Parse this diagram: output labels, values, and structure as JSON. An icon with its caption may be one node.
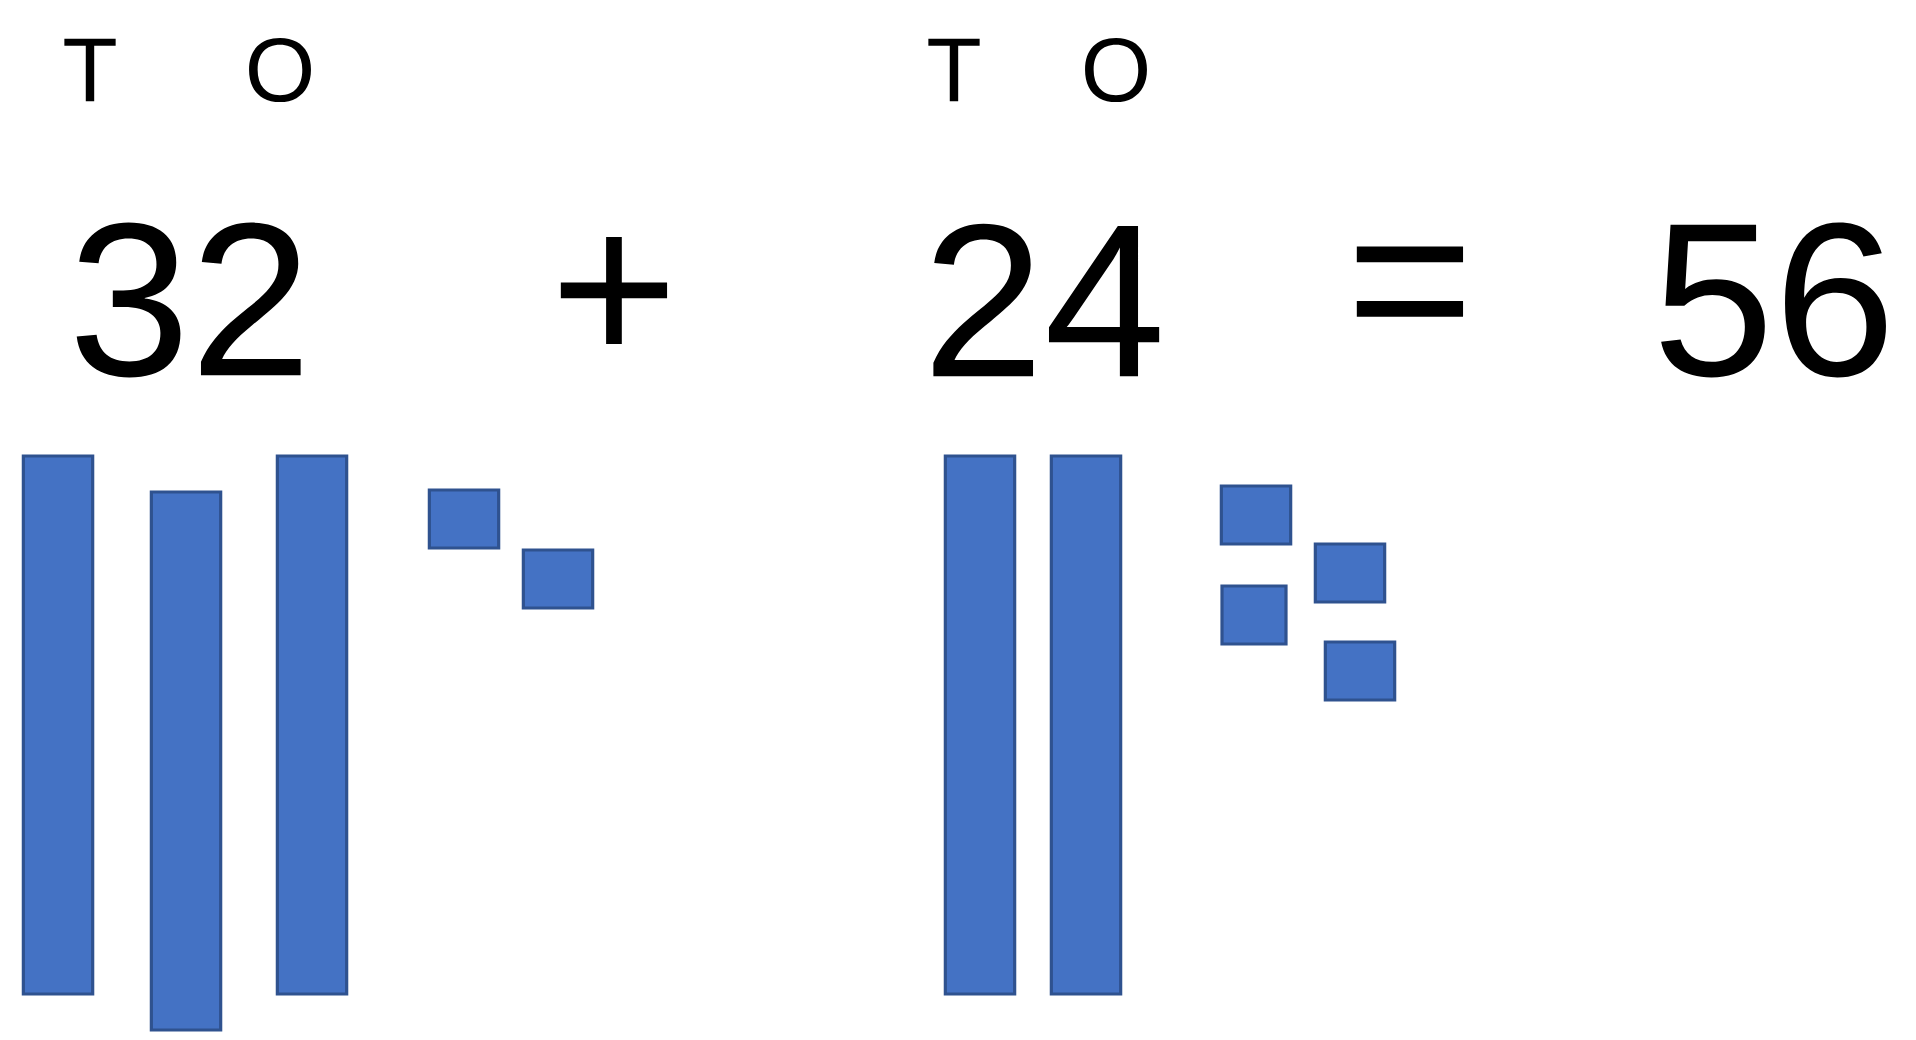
{
  "diagram": {
    "nodes": [
      {
        "text": [],
        "shape": "bar"
      },
      {
        "text": [],
        "shape": "bar"
      },
      {
        "text": [],
        "shape": "bar"
      },
      {
        "text": [],
        "shape": "box"
      },
      {
        "text": [],
        "shape": "box"
      },
      {
        "text": [],
        "shape": "bar"
      },
      {
        "text": [],
        "shape": "bar"
      },
      {
        "text": [],
        "shape": "box"
      },
      {
        "text": [],
        "shape": "box"
      },
      {
        "text": [],
        "shape": "box"
      },
      {
        "text": [],
        "shape": "box"
      }
    ],
    "labels": [
      "T",
      "O",
      "T",
      "O",
      "32",
      "+",
      "24",
      "=",
      "56"
    ]
  }
}
